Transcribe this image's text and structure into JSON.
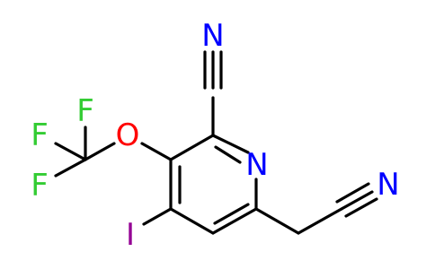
{
  "molecule": {
    "atoms": [
      {
        "symbol": "N",
        "color": "#0000ff",
        "id": "pyridine-n"
      },
      {
        "symbol": "N",
        "color": "#0000ff",
        "id": "nitrile-n-top"
      },
      {
        "symbol": "N",
        "color": "#0000ff",
        "id": "nitrile-n-right"
      },
      {
        "symbol": "O",
        "color": "#ff0000",
        "id": "ether-o"
      },
      {
        "symbol": "F",
        "color": "#33cc33",
        "id": "fluorine-top"
      },
      {
        "symbol": "F",
        "color": "#33cc33",
        "id": "fluorine-left"
      },
      {
        "symbol": "F",
        "color": "#33cc33",
        "id": "fluorine-bottom"
      },
      {
        "symbol": "I",
        "color": "#940094",
        "id": "iodine"
      }
    ]
  }
}
